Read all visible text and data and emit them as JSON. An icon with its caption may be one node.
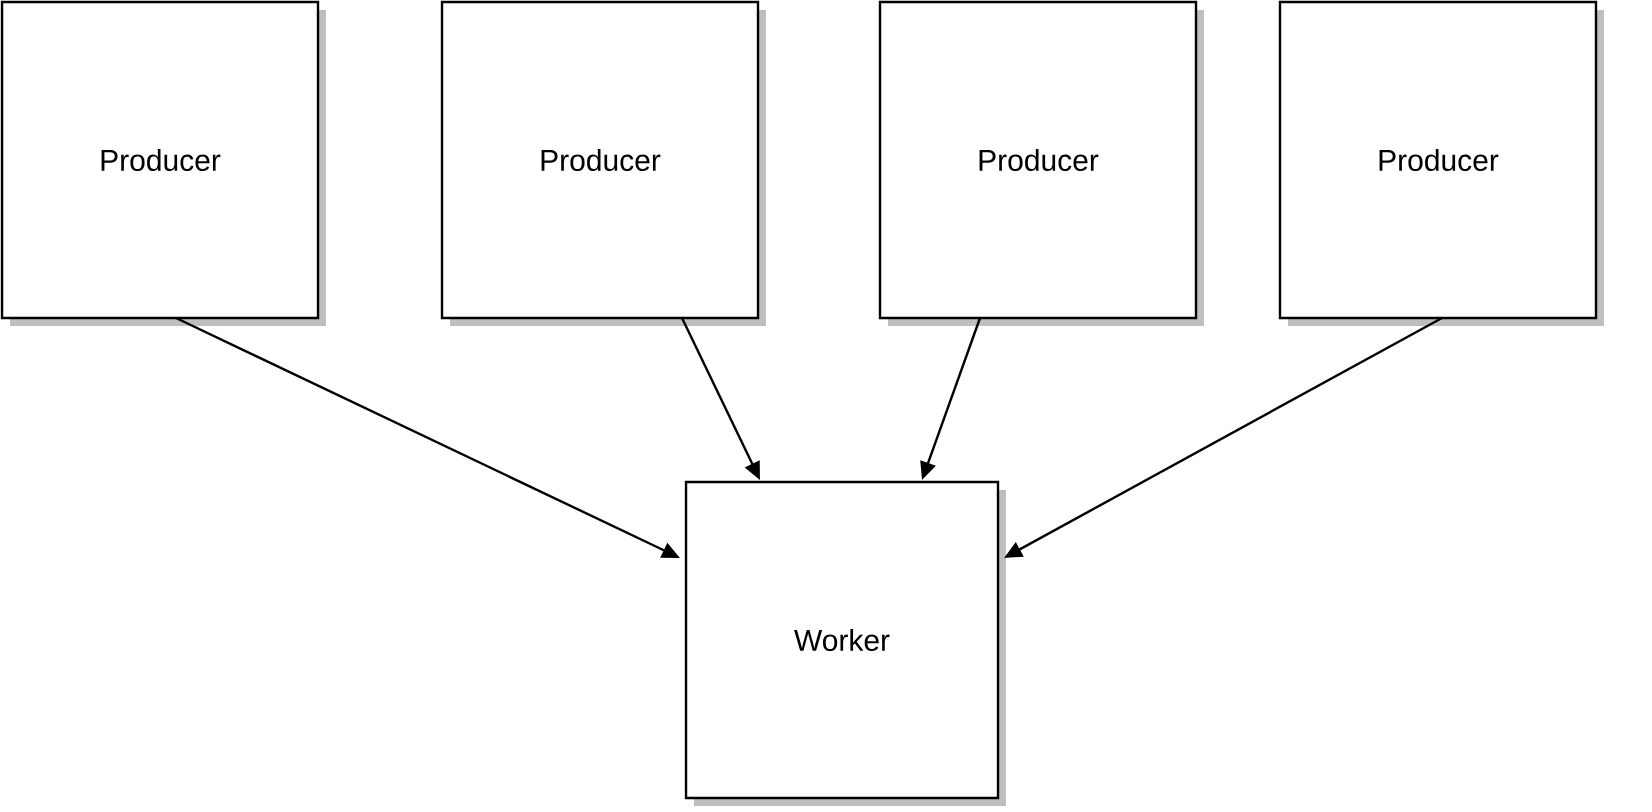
{
  "diagram": {
    "nodes": [
      {
        "text": [
          "Producer"
        ]
      },
      {
        "text": [
          "Producer"
        ]
      },
      {
        "text": [
          "Producer"
        ]
      },
      {
        "text": [
          "Producer"
        ]
      },
      {
        "text": [
          "Worker"
        ]
      }
    ],
    "edges": [
      {
        "from": 0,
        "to": 4,
        "arrow": "to"
      },
      {
        "from": 1,
        "to": 4,
        "arrow": "to"
      },
      {
        "from": 2,
        "to": 4,
        "arrow": "to"
      },
      {
        "from": 3,
        "to": 4,
        "arrow": "to"
      }
    ]
  }
}
